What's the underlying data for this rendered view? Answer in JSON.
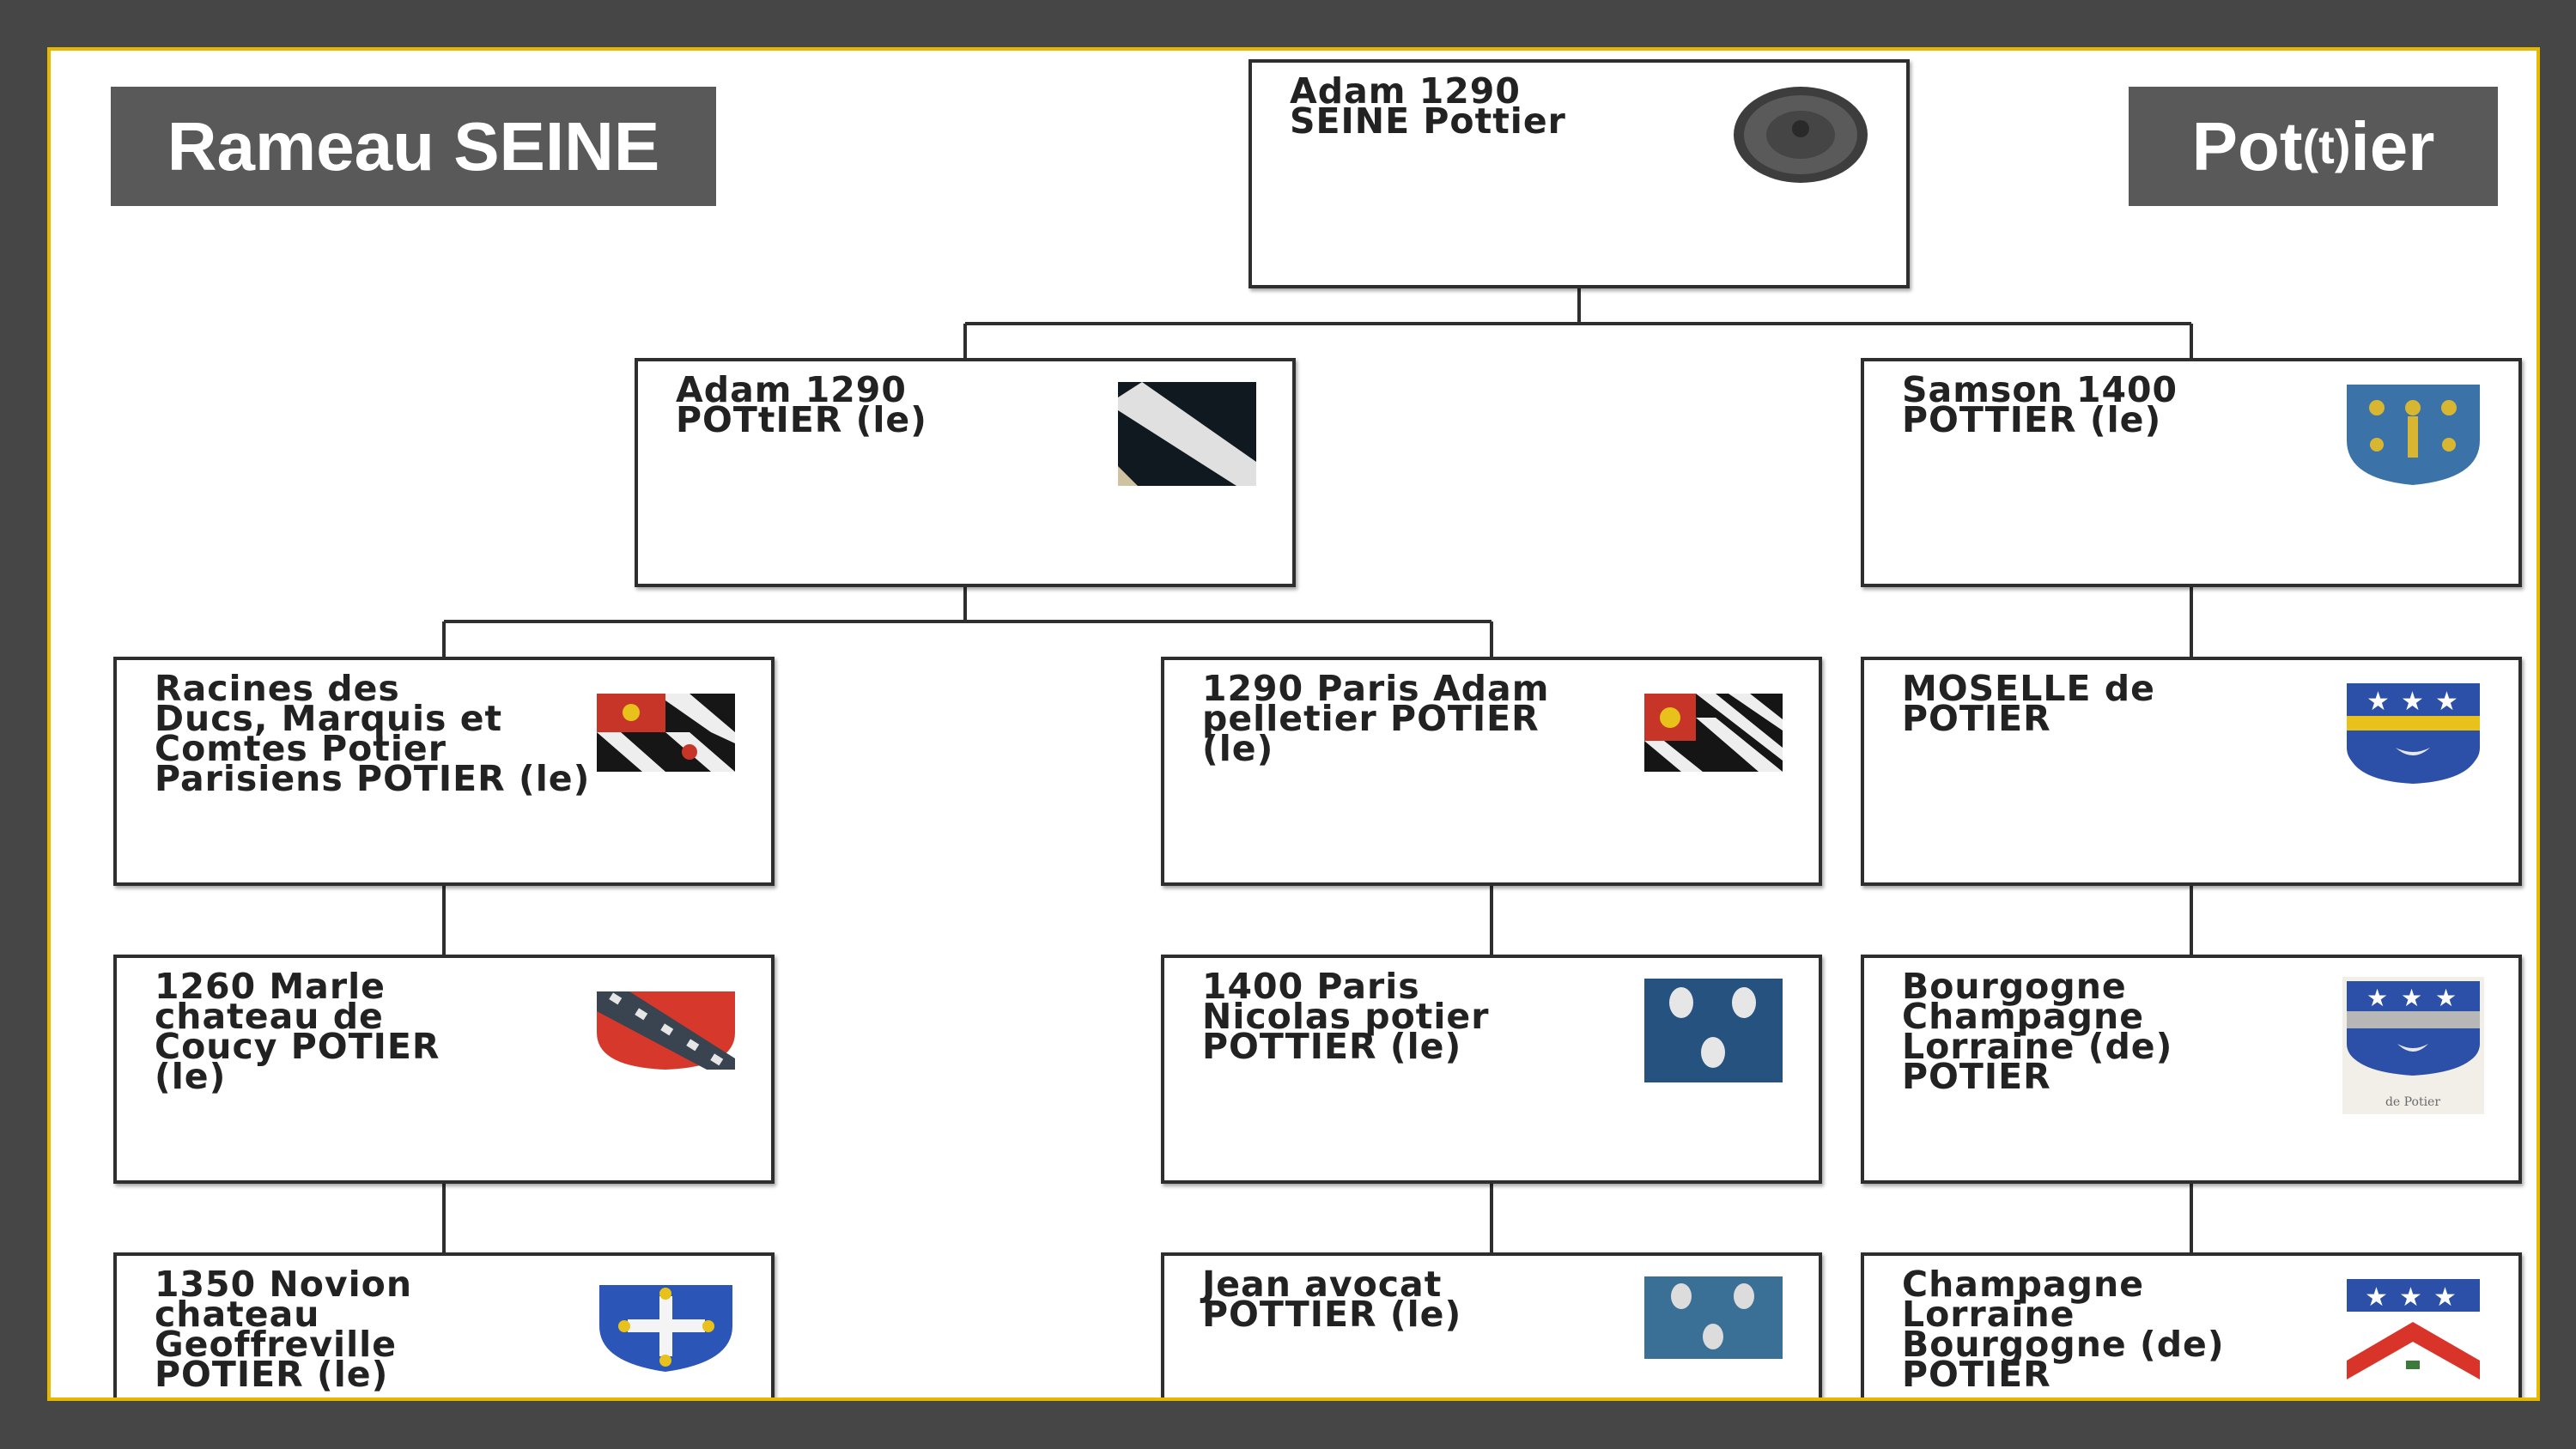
{
  "branch_tag": "Rameau SEINE",
  "name_tag": {
    "before": "Pot",
    "paren": "(t)",
    "after": "ier"
  },
  "nodes": {
    "root": "Adam 1290\nSEINE Pottier",
    "left": "Adam 1290\nPOTtIER (le)",
    "right": "Samson 1400\nPOTTIER (le)",
    "racines": "Racines des\nDucs, Marquis et\nComtes Potier\nParisiens POTIER (le)",
    "paris_adam": "1290 Paris Adam\npelletier POTIER\n(le)",
    "moselle": "MOSELLE de\nPOTIER",
    "marle": "1260 Marle\nchateau de\nCoucy POTIER\n(le)",
    "nicolas": "1400 Paris\nNicolas potier\nPOTTIER (le)",
    "bourgogne": "Bourgogne\nChampagne\nLorraine (de)\nPOTIER",
    "novion": "1350 Novion\nchateau\nGeoffreville\nPOTIER (le)",
    "jean": "Jean avocat\nPOTTIER (le)",
    "champagne": "Champagne\nLorraine\nBourgogne (de)\nPOTIER"
  },
  "crest_caption": "de Potier",
  "colors": {
    "background": "#464646",
    "slide_border": "#e6b800",
    "tag_bg": "#595959",
    "azure": "#2f6fb0",
    "gold": "#e8c21a",
    "gules": "#d93a2b"
  }
}
